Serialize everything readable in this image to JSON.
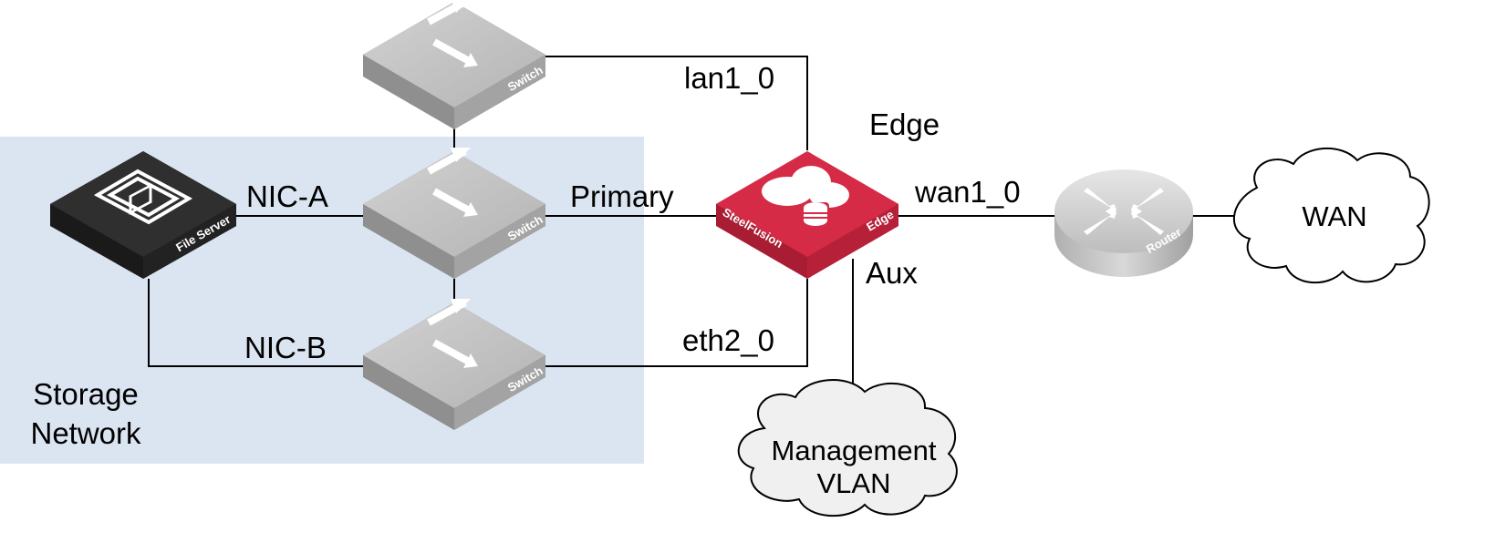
{
  "labels": {
    "nic_a": "NIC-A",
    "nic_b": "NIC-B",
    "primary": "Primary",
    "lan1_0": "lan1_0",
    "eth2_0": "eth2_0",
    "wan1_0": "wan1_0",
    "aux": "Aux",
    "edge": "Edge",
    "storage_network_line1": "Storage",
    "storage_network_line2": "Network"
  },
  "devices": {
    "file_server": "File Server",
    "switch_top": "Switch",
    "switch_mid": "Switch",
    "switch_bottom": "Switch",
    "steelfusion_brand": "SteelFusion",
    "steelfusion_model": "Edge",
    "router": "Router"
  },
  "clouds": {
    "wan": "WAN",
    "management_line1": "Management",
    "management_line2": "VLAN"
  },
  "colors": {
    "storage_zone": "#dbe5f1",
    "switch_top": "#c4c4c4",
    "switch_side": "#8f8f8f",
    "file_server": "#2b2b2b",
    "steelfusion": "#d62b46",
    "router": "#cfcfcf",
    "cloud_fill": "#f0f0f0",
    "line": "#000000"
  }
}
